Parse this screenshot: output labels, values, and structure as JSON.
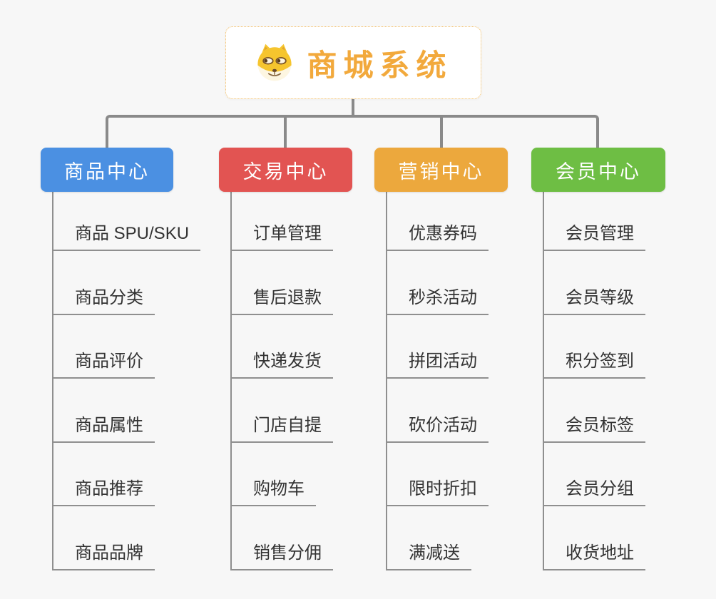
{
  "page": {
    "background_color": "#f7f7f7",
    "connector_color": "#8a8a8a"
  },
  "root": {
    "title": "商城系统",
    "icon": "doge-icon",
    "text_color": "#f2a93c",
    "border_color": "#f3bd62"
  },
  "branches": [
    {
      "label": "商品中心",
      "color": "#4b90e2",
      "items": [
        "商品 SPU/SKU",
        "商品分类",
        "商品评价",
        "商品属性",
        "商品推荐",
        "商品品牌"
      ]
    },
    {
      "label": "交易中心",
      "color": "#e25452",
      "items": [
        "订单管理",
        "售后退款",
        "快递发货",
        "门店自提",
        "购物车",
        "销售分佣"
      ]
    },
    {
      "label": "营销中心",
      "color": "#eca83d",
      "items": [
        "优惠券码",
        "秒杀活动",
        "拼团活动",
        "砍价活动",
        "限时折扣",
        "满减送"
      ]
    },
    {
      "label": "会员中心",
      "color": "#6ebe44",
      "items": [
        "会员管理",
        "会员等级",
        "积分签到",
        "会员标签",
        "会员分组",
        "收货地址"
      ]
    }
  ]
}
